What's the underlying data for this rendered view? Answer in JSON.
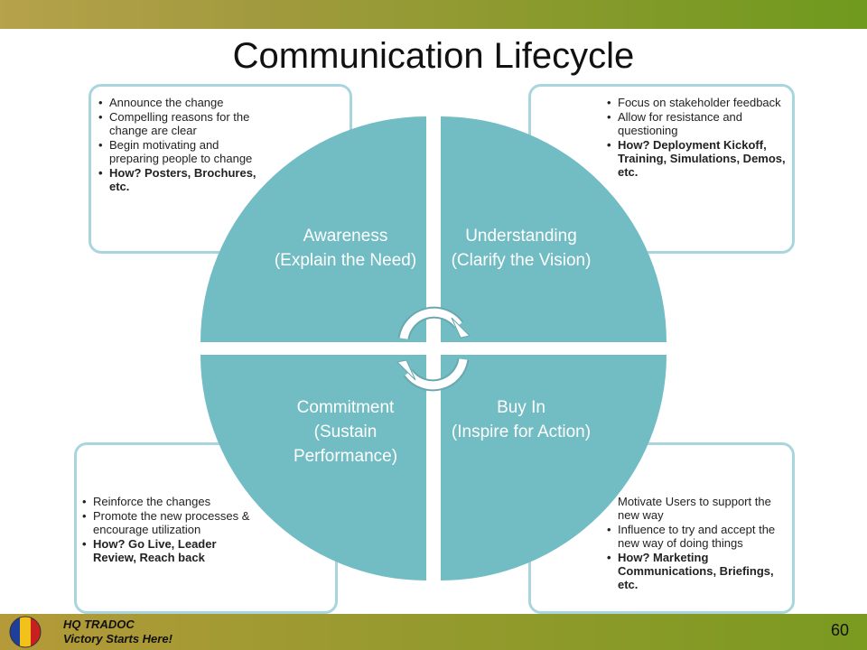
{
  "title": "Communication Lifecycle",
  "colors": {
    "quadrant": "#72bcc4",
    "box_border": "#a9d6de",
    "arrow": "#ffffff"
  },
  "quadrants": {
    "awareness": {
      "name": "Awareness",
      "desc": "(Explain the Need)"
    },
    "understanding": {
      "name": "Understanding",
      "desc": "(Clarify the Vision)"
    },
    "commitment": {
      "name": "Commitment",
      "desc": "(Sustain Performance)"
    },
    "buyin": {
      "name": "Buy In",
      "desc": "(Inspire for Action)"
    }
  },
  "boxes": {
    "awareness": [
      "Announce the change",
      "Compelling reasons for the change are clear",
      "Begin motivating and preparing people to change",
      "How? Posters, Brochures, etc."
    ],
    "understanding": [
      "Focus on stakeholder feedback",
      "Allow for resistance and questioning",
      "How? Deployment Kickoff, Training, Simulations, Demos, etc."
    ],
    "commitment": [
      "Reinforce the changes",
      "Promote the new processes & encourage utilization",
      "How? Go Live, Leader Review, Reach back"
    ],
    "buyin": [
      "Motivate Users to support the new way",
      "Influence to try and accept the new way of doing things",
      "How? Marketing Communications, Briefings, etc."
    ]
  },
  "footer": {
    "org_line1": "HQ TRADOC",
    "org_line2": "Victory Starts Here!",
    "page_number": "60"
  }
}
